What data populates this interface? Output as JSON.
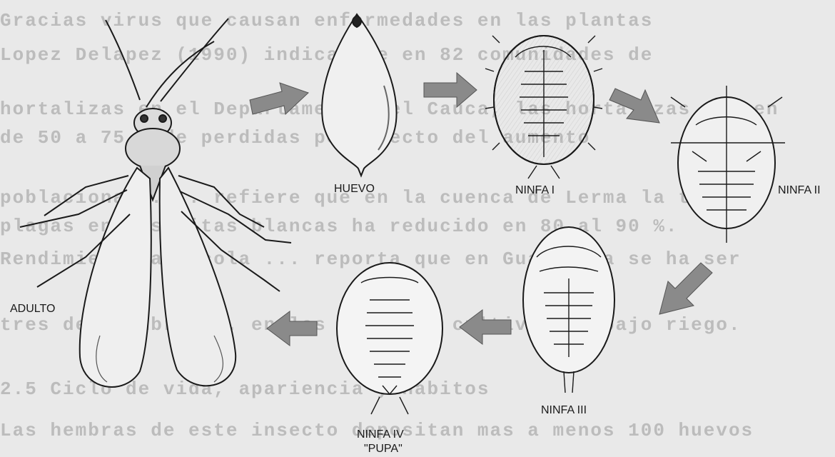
{
  "background_text": [
    "Gracias virus que causan enfermedades en las plantas",
    "Lopez Delapez (1990) indica que en 82 comunidades de",
    "hortalizas en el Departamento del Cauca, las hortalizas tienen",
    "de 50 a 75 % de perdidas por efecto del aumento",
    "poblacional ....  refiere que en la cuenca de Lerma la tro",
    "plagas en mosquitas blancas ha reducido en 80 al 90 %.",
    "  Rendimiento agricola ... reporta que en Guatemala se ha ser",
    "tres de siembra ... en las areas de cultivos en bajo riego.",
    "2.5  Ciclo de vida, apariencia y habitos",
    "  Las hembras de este insecto depositan mas a menos 100 huevos"
  ],
  "stages": {
    "adult": "ADULTO",
    "egg": "HUEVO",
    "nymph1": "NINFA I",
    "nymph2": "NINFA II",
    "nymph3": "NINFA III",
    "nymph4": "NINFA IV",
    "pupa": "\"PUPA\""
  },
  "colors": {
    "paper": "#e9e9e9",
    "ink": "#1a1a1a",
    "faded_text": "#bcbcbc",
    "arrow": "#8a8a8a"
  }
}
